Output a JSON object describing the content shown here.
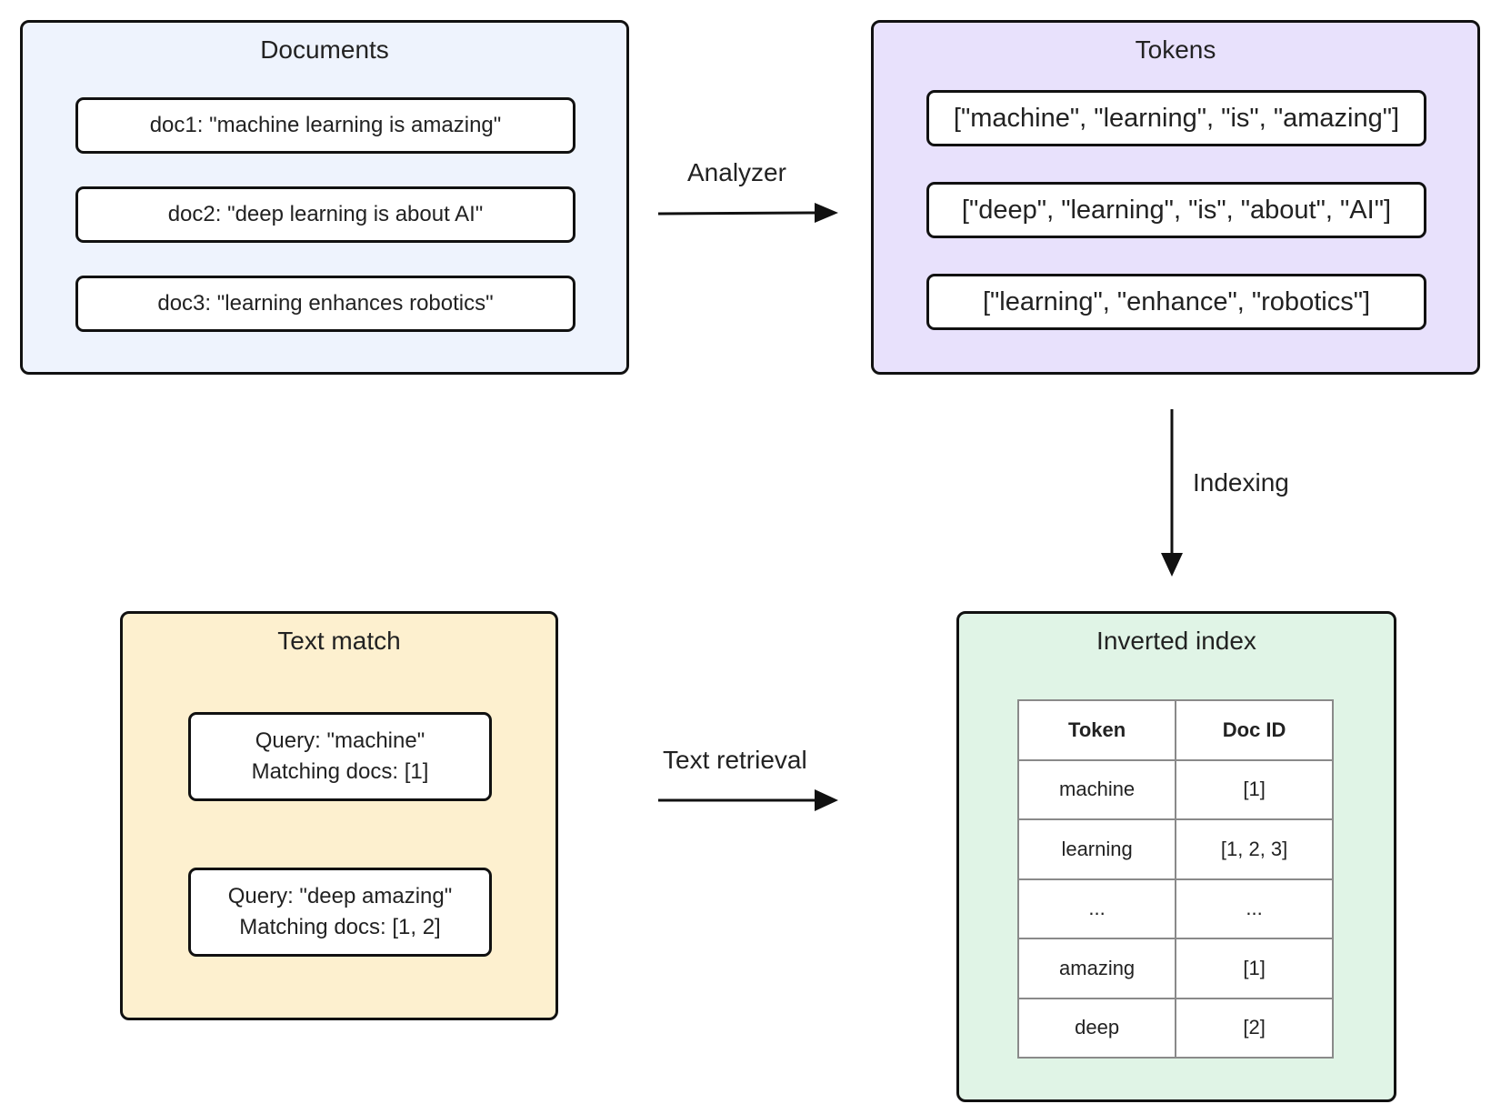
{
  "documents": {
    "title": "Documents",
    "items": [
      "doc1: \"machine learning is amazing\"",
      "doc2: \"deep learning is about AI\"",
      "doc3: \"learning enhances robotics\""
    ]
  },
  "tokens": {
    "title": "Tokens",
    "items": [
      "[\"machine\", \"learning\", \"is\", \"amazing\"]",
      "[\"deep\", \"learning\", \"is\", \"about\", \"AI\"]",
      "[\"learning\", \"enhance\", \"robotics\"]"
    ]
  },
  "arrows": {
    "analyzer": "Analyzer",
    "indexing": "Indexing",
    "text_retrieval": "Text retrieval"
  },
  "text_match": {
    "title": "Text match",
    "queries": [
      {
        "query": "Query: \"machine\"",
        "result": "Matching docs: [1]"
      },
      {
        "query": "Query: \"deep amazing\"",
        "result": "Matching docs: [1, 2]"
      }
    ]
  },
  "inverted_index": {
    "title": "Inverted index",
    "headers": [
      "Token",
      "Doc ID"
    ],
    "rows": [
      [
        "machine",
        "[1]"
      ],
      [
        "learning",
        "[1, 2, 3]"
      ],
      [
        "...",
        "..."
      ],
      [
        "amazing",
        "[1]"
      ],
      [
        "deep",
        "[2]"
      ]
    ]
  },
  "colors": {
    "documents_bg": "#eef3fd",
    "tokens_bg": "#e8e1fc",
    "text_match_bg": "#fdf0cf",
    "inverted_index_bg": "#e0f4e6"
  }
}
